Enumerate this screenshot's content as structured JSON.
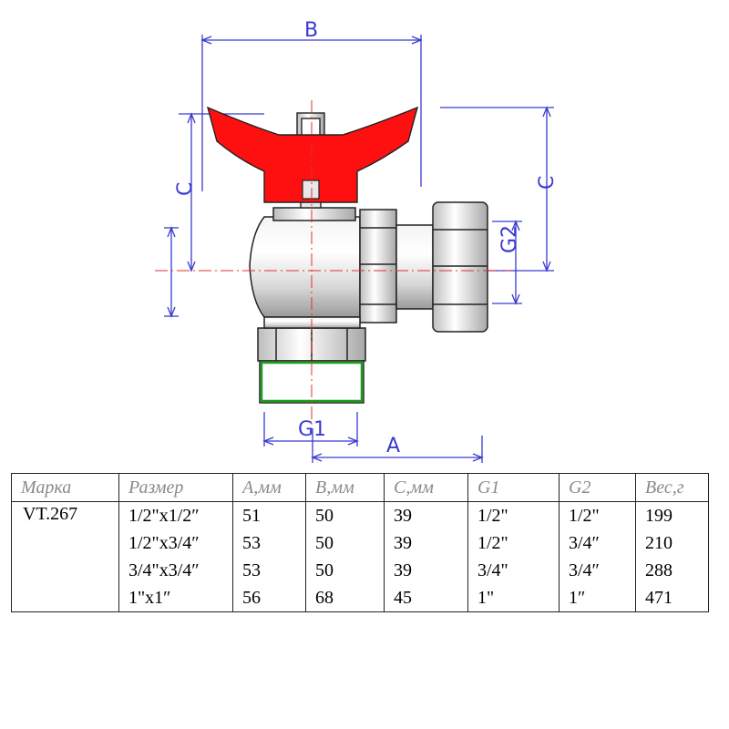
{
  "drawing": {
    "dimension_labels": {
      "B": "B",
      "C_left": "C",
      "C_right": "C",
      "G2": "G2",
      "G1": "G1",
      "A": "A"
    },
    "colors": {
      "handle": "#ff1010",
      "dimension": "#3a3ad0",
      "centerline": "#e03030",
      "thread": "#1aa01a",
      "body": "#ffffff",
      "outline": "#222222"
    }
  },
  "table": {
    "headers": [
      "Марка",
      "Размер",
      "A,мм",
      "B,мм",
      "C,мм",
      "G1",
      "G2",
      "Вес,г"
    ],
    "brand": "VT.267",
    "rows": [
      [
        "1/2\"x1/2″",
        "51",
        "50",
        "39",
        "1/2\"",
        "1/2\"",
        "199"
      ],
      [
        "1/2\"x3/4″",
        "53",
        "50",
        "39",
        "1/2\"",
        "3/4″",
        "210"
      ],
      [
        "3/4\"x3/4″",
        "53",
        "50",
        "39",
        "3/4\"",
        "3/4″",
        "288"
      ],
      [
        "1\"x1″",
        "56",
        "68",
        "45",
        "1\"",
        "1″",
        "471"
      ]
    ]
  }
}
